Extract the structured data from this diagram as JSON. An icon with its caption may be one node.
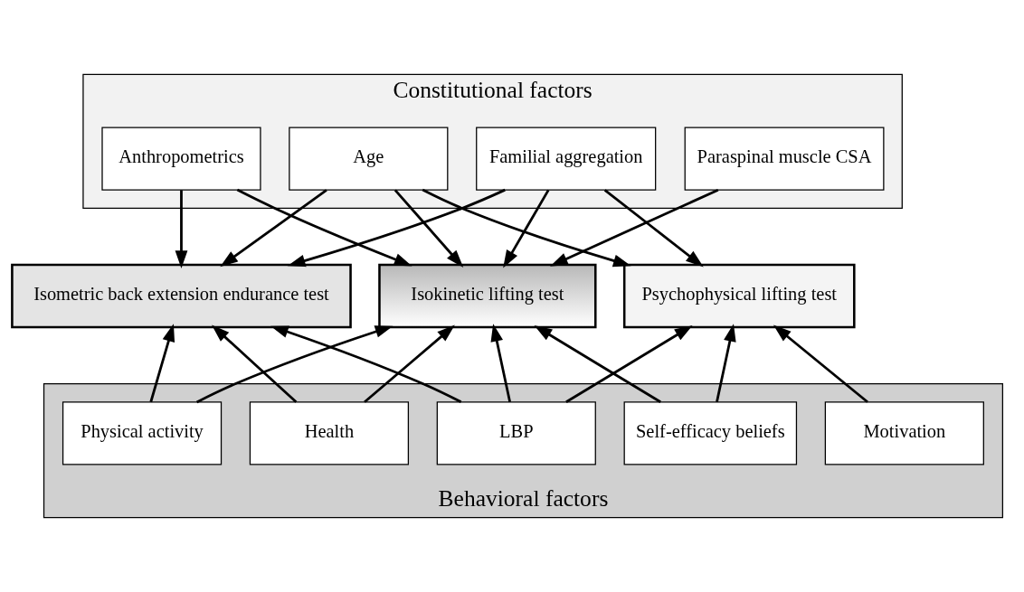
{
  "diagram": {
    "nodes": [
      {
        "text": [
          "Constitutional factors"
        ]
      },
      {
        "text": [
          "Paraspinal muscle CSA"
        ],
        "in": 0
      },
      {
        "text": [
          "Familial aggregation"
        ],
        "in": 0
      },
      {
        "text": [
          "Age"
        ],
        "in": 0
      },
      {
        "text": [
          "Anthropometrics"
        ],
        "in": 0
      },
      {
        "text": [
          "Isokinetic lifting test"
        ]
      },
      {
        "text": [
          "Psychophysical lifting test"
        ]
      },
      {
        "text": [
          "Isometric back extension endurance test"
        ]
      },
      {
        "text": [
          "Behavioral factors"
        ]
      },
      {
        "text": [
          "Self-efficacy beliefs"
        ],
        "in": 8
      },
      {
        "text": [
          "Motivation"
        ],
        "in": 8
      },
      {
        "text": [
          "Health"
        ],
        "in": 8
      },
      {
        "text": [
          "LBP"
        ],
        "in": 8
      },
      {
        "text": [
          "Physical activity"
        ],
        "in": 8
      }
    ],
    "edges": [
      {
        "from": 1,
        "to": 5,
        "arrow": "to"
      },
      {
        "from": 2,
        "to": 5,
        "arrow": "to"
      },
      {
        "from": 2,
        "to": 6,
        "arrow": "to"
      },
      {
        "from": 2,
        "to": 7,
        "arrow": "to"
      },
      {
        "from": 3,
        "to": 5,
        "arrow": "to"
      },
      {
        "from": 3,
        "to": 6,
        "arrow": "to"
      },
      {
        "from": 3,
        "to": 7,
        "arrow": "to"
      },
      {
        "from": 4,
        "to": 5,
        "arrow": "to"
      },
      {
        "from": 4,
        "to": 7,
        "arrow": "to"
      },
      {
        "from": 9,
        "to": 5,
        "arrow": "to"
      },
      {
        "from": 9,
        "to": 6,
        "arrow": "to"
      },
      {
        "from": 10,
        "to": 6,
        "arrow": "to"
      },
      {
        "from": 11,
        "to": 5,
        "arrow": "to"
      },
      {
        "from": 11,
        "to": 7,
        "arrow": "to"
      },
      {
        "from": 12,
        "to": 5,
        "arrow": "to"
      },
      {
        "from": 12,
        "to": 6,
        "arrow": "to"
      },
      {
        "from": 12,
        "to": 7,
        "arrow": "to"
      },
      {
        "from": 13,
        "to": 5,
        "arrow": "to"
      },
      {
        "from": 13,
        "to": 7,
        "arrow": "to"
      }
    ]
  }
}
